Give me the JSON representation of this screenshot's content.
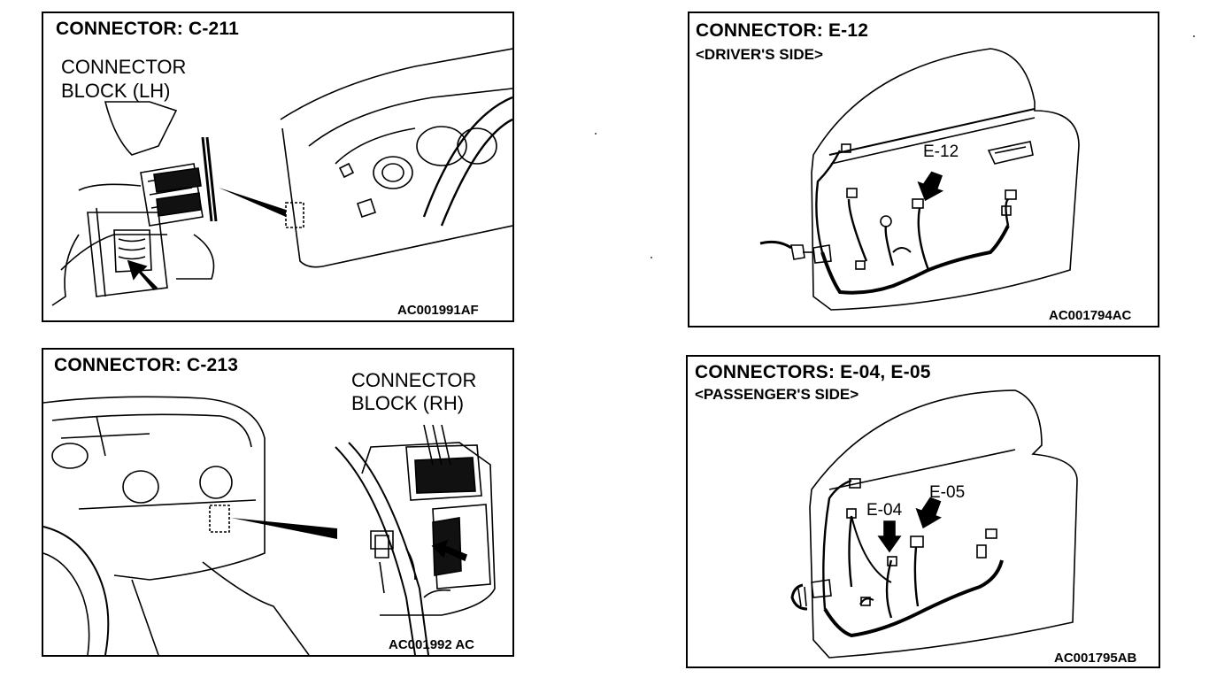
{
  "panels": [
    {
      "title": "CONNECTOR: C-211",
      "label_line1": "CONNECTOR",
      "label_line2": "BLOCK (LH)",
      "code": "AC001991AF"
    },
    {
      "title": "CONNECTOR: E-12",
      "subtitle": "<DRIVER'S SIDE>",
      "callout": "E-12",
      "code": "AC001794AC"
    },
    {
      "title": "CONNECTOR: C-213",
      "label_line1": "CONNECTOR",
      "label_line2": "BLOCK (RH)",
      "code": "AC001992 AC"
    },
    {
      "title": "CONNECTORS: E-04, E-05",
      "subtitle": "<PASSENGER'S SIDE>",
      "callout_a": "E-04",
      "callout_b": "E-05",
      "code": "AC001795AB"
    }
  ]
}
